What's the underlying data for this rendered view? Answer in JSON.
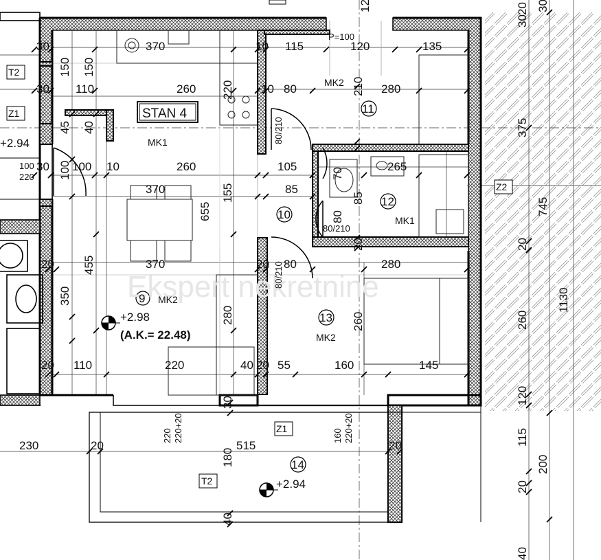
{
  "apartment": {
    "title": "STAN 4",
    "area": "(A.K.= 22.48)",
    "level_main": "+2.98",
    "level_terrace": "+2.94",
    "level_left": "+2.94"
  },
  "rooms": [
    {
      "number": "9",
      "material": "MK2"
    },
    {
      "number": "10",
      "material": ""
    },
    {
      "number": "11",
      "material": "MK2"
    },
    {
      "number": "12",
      "material": "MK1"
    },
    {
      "number": "13",
      "material": "MK2"
    },
    {
      "number": "14",
      "material": "T2"
    }
  ],
  "materials": {
    "mk1_kitchen": "MK1",
    "t2_top_left": "T2",
    "z1_left": "Z1",
    "z1_bottom": "Z1",
    "z2_right": "Z2",
    "p100": "P=100"
  },
  "doors": [
    "80/210",
    "80/210",
    "80/210"
  ],
  "dimensions": [
    "370",
    "115",
    "120",
    "135",
    "30",
    "150",
    "150",
    "10",
    "30",
    "110",
    "260",
    "220",
    "10",
    "80",
    "210",
    "280",
    "120",
    "45",
    "40",
    "10",
    "260",
    "105",
    "265",
    "100",
    "100",
    "30",
    "220",
    "70",
    "370",
    "85",
    "155",
    "655",
    "80",
    "80/210",
    "20",
    "455",
    "370",
    "20",
    "80",
    "280",
    "350",
    "280",
    "260",
    "40",
    "110",
    "220",
    "20",
    "55",
    "160",
    "145",
    "30",
    "220",
    "220+20",
    "160",
    "220+20",
    "230",
    "20",
    "515",
    "20",
    "180",
    "375",
    "745",
    "1130",
    "260",
    "200",
    "115",
    "120",
    "20",
    "20",
    "40",
    "30",
    "20",
    "30",
    "120"
  ],
  "watermark": "Ekspert nekretnine"
}
